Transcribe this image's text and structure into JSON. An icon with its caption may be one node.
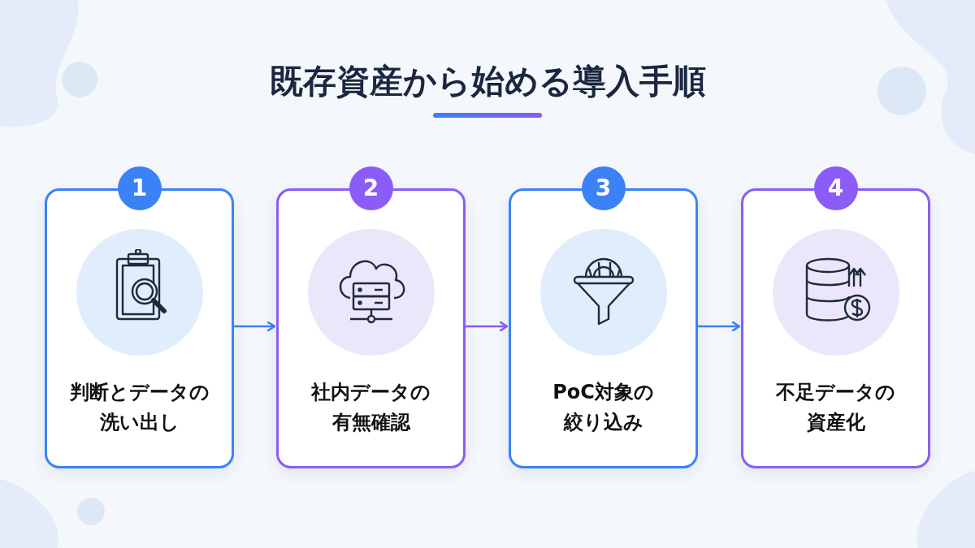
{
  "diagram": {
    "title": "既存資産から始める導入手順",
    "nodes": [
      {
        "text": [
          "1",
          "判断とデータの洗い出し"
        ]
      },
      {
        "text": [
          "2",
          "社内データの有無確認"
        ]
      },
      {
        "text": [
          "3",
          "PoC対象の絞り込み"
        ]
      },
      {
        "text": [
          "4",
          "不足データの資産化"
        ]
      }
    ],
    "edges": [
      {
        "from": 0,
        "to": 1,
        "arrow": "to"
      },
      {
        "from": 1,
        "to": 2,
        "arrow": "to",
        "color": "#8b5cf6"
      },
      {
        "from": 2,
        "to": 3,
        "arrow": "to"
      }
    ]
  }
}
